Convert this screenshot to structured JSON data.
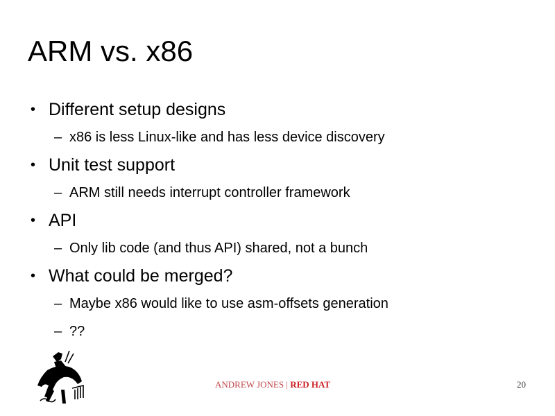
{
  "slide": {
    "title": "ARM vs. x86",
    "bullets": [
      {
        "text": "Different setup designs",
        "sub": [
          "x86 is less Linux-like and has less device discovery"
        ]
      },
      {
        "text": "Unit test support",
        "sub": [
          "ARM still needs interrupt controller framework"
        ]
      },
      {
        "text": "API",
        "sub": [
          "Only lib code (and thus API) shared, not a bunch"
        ]
      },
      {
        "text": "What could be merged?",
        "sub": [
          "Maybe x86 would like to use asm-offsets generation",
          "??"
        ]
      }
    ],
    "bullet_marker": "•",
    "sub_marker": "–"
  },
  "footer": {
    "author": "ANDREW JONES",
    "separator": " | ",
    "company": "RED HAT",
    "page_number": "20",
    "logo_icon": "bucking-bronco-logo-icon"
  },
  "colors": {
    "text": "#000000",
    "footer_author": "#c0464a",
    "footer_company": "#cc1f26",
    "background": "#ffffff"
  }
}
